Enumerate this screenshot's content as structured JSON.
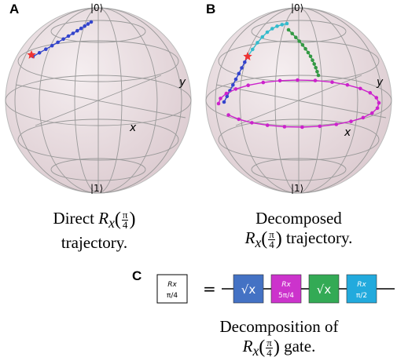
{
  "panels": {
    "a": {
      "label": "A",
      "ket0": "|0⟩",
      "ket1": "|1⟩",
      "axis_x": "x",
      "axis_y": "y",
      "caption_line1_prefix": "Direct ",
      "caption_line2": "trajectory."
    },
    "b": {
      "label": "B",
      "ket0": "|0⟩",
      "ket1": "|1⟩",
      "axis_x": "x",
      "axis_y": "y",
      "caption_line1": "Decomposed",
      "caption_line2_suffix": " trajectory."
    },
    "c": {
      "label": "C",
      "lhs_gate_top": "Rx",
      "lhs_gate_bottom": "π/4",
      "equals": "=",
      "gates": [
        {
          "top": "√x",
          "bottom": "",
          "color": "#4472c4"
        },
        {
          "top": "Rx",
          "bottom": "5π/4",
          "color": "#cc33cc"
        },
        {
          "top": "√x",
          "bottom": "",
          "color": "#33aa55"
        },
        {
          "top": "Rx",
          "bottom": "π/2",
          "color": "#22aadd"
        }
      ],
      "caption_line1": "Decomposition  of",
      "caption_line2_suffix": " gate."
    },
    "math": {
      "R": "R",
      "sub": "x",
      "num": "π",
      "den": "4"
    }
  },
  "colors": {
    "sphere_fill": "#ecdfe3",
    "trajectory_blue": "#3344cc",
    "trajectory_magenta": "#cc22cc",
    "trajectory_green": "#339944",
    "trajectory_cyan": "#33bbcc",
    "star": "#ee3333"
  }
}
